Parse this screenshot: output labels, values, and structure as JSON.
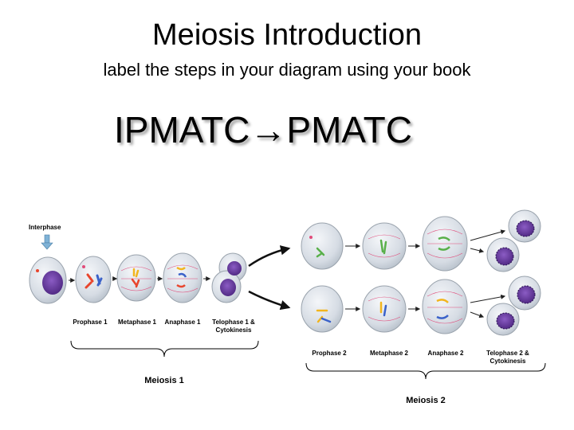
{
  "title": "Meiosis Introduction",
  "subtitle": "label the steps in your diagram using your book",
  "mnemonic": "IPMATC→PMATC",
  "diagram": {
    "interphase_label": "Interphase",
    "meiosis1": {
      "stages": [
        "Prophase 1",
        "Metaphase 1",
        "Anaphase 1",
        "Telophase 1 &\nCytokinesis"
      ],
      "group_label": "Meiosis 1"
    },
    "meiosis2": {
      "stages": [
        "Prophase 2",
        "Metaphase 2",
        "Anaphase 2",
        "Telophase 2 &\nCytokinesis"
      ],
      "group_label": "Meiosis 2"
    },
    "colors": {
      "cell_fill": "#dfe4ea",
      "cell_edge": "#9aa3ad",
      "nucleus": "#6a3fa0",
      "spindle": "#e14b7a",
      "chrom_red": "#e8452c",
      "chrom_blue": "#3b62c9",
      "chrom_yellow": "#f2b51e",
      "chrom_green": "#59b04a",
      "arrow_down": "#7fb2d6"
    }
  }
}
